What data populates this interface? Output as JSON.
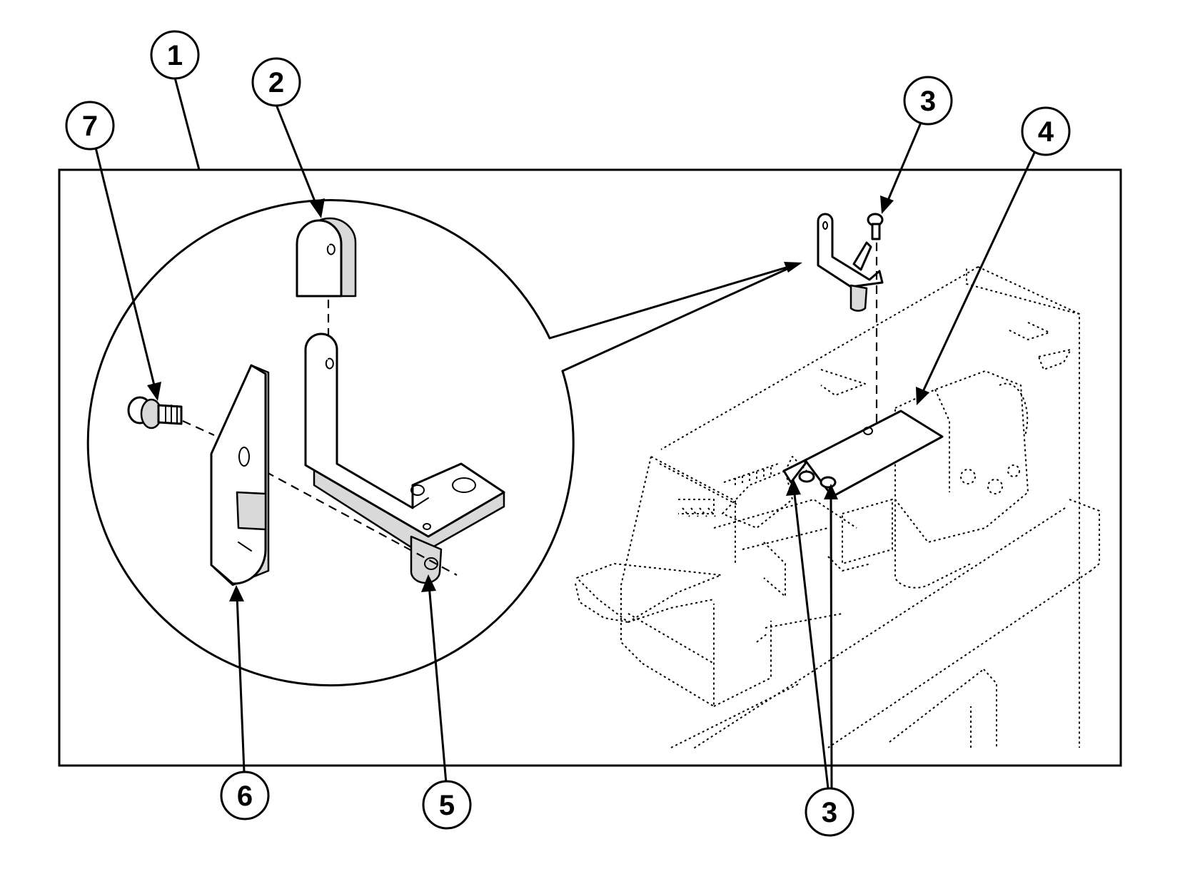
{
  "callouts": [
    {
      "id": "c1",
      "label": "1"
    },
    {
      "id": "c2",
      "label": "2"
    },
    {
      "id": "c3a",
      "label": "3"
    },
    {
      "id": "c4",
      "label": "4"
    },
    {
      "id": "c5",
      "label": "5"
    },
    {
      "id": "c6",
      "label": "6"
    },
    {
      "id": "c7",
      "label": "7"
    },
    {
      "id": "c3b",
      "label": "3"
    }
  ],
  "colors": {
    "ink": "#000000",
    "paper": "#ffffff",
    "fill": "#d9d9d9"
  }
}
